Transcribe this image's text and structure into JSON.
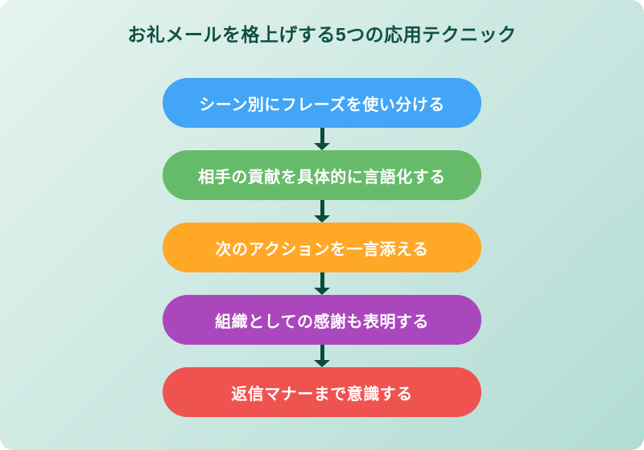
{
  "title": "お礼メールを格上げする5つの応用テクニック",
  "colors": {
    "background_start": "#e6f3ef",
    "background_end": "#b2ddd4",
    "title": "#0e5140",
    "arrow": "#0d4a3e",
    "step_text": "#ffffff"
  },
  "icons": {
    "connector": "arrow-down"
  },
  "steps": [
    {
      "label": "シーン別にフレーズを使い分ける",
      "color": "#42a5f5"
    },
    {
      "label": "相手の貢献を具体的に言語化する",
      "color": "#66bb6a"
    },
    {
      "label": "次のアクションを一言添える",
      "color": "#ffa726"
    },
    {
      "label": "組織としての感謝も表明する",
      "color": "#ab47bc"
    },
    {
      "label": "返信マナーまで意識する",
      "color": "#ef5350"
    }
  ]
}
